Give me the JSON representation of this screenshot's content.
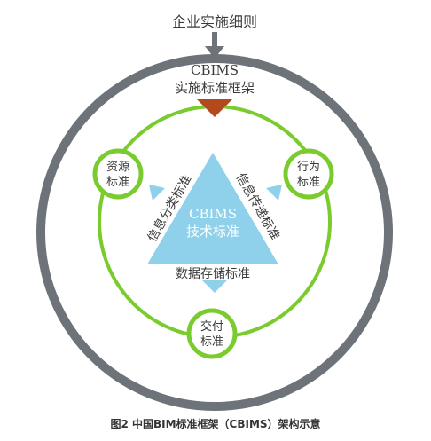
{
  "top_label": "企业实施细则",
  "framework": {
    "line1": "CBIMS",
    "line2": "实施标准框架"
  },
  "center": {
    "line1": "CBIMS",
    "line2": "技术标准"
  },
  "nodes": {
    "resource": {
      "line1": "资源",
      "line2": "标准"
    },
    "behavior": {
      "line1": "行为",
      "line2": "标准"
    },
    "delivery": {
      "line1": "交付",
      "line2": "标准"
    }
  },
  "side_labels": {
    "classification": "信息分类标准",
    "transfer": "信息传递标准",
    "storage": "数据存储标准"
  },
  "caption": "图2 中国BIM标准框架（CBIMS）架构示意",
  "colors": {
    "outer_ring": "#6d7378",
    "green": "#7acb2e",
    "triangle": "#8fd0ea",
    "arrow_down": "#b24a1e",
    "text": "#3a3a3a"
  }
}
